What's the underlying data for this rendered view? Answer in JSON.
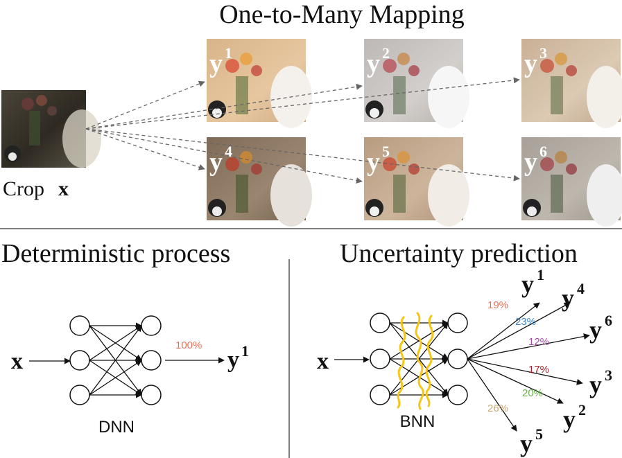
{
  "top": {
    "title": "One-to-Many Mapping",
    "crop_label": "Crop",
    "crop_var": "x",
    "outputs": [
      {
        "base": "y",
        "sup": "1"
      },
      {
        "base": "y",
        "sup": "2"
      },
      {
        "base": "y",
        "sup": "3"
      },
      {
        "base": "y",
        "sup": "4"
      },
      {
        "base": "y",
        "sup": "5"
      },
      {
        "base": "y",
        "sup": "6"
      }
    ]
  },
  "left": {
    "title": "Deterministic process",
    "input": "x",
    "network_label": "DNN",
    "probability": "100%",
    "probability_color": "#e8735a",
    "output": {
      "base": "y",
      "sup": "1"
    }
  },
  "right": {
    "title": "Uncertainty prediction",
    "input": "x",
    "network_label": "BNN",
    "wave_color": "#f5c518",
    "outputs": [
      {
        "base": "y",
        "sup": "1",
        "pct": "19%",
        "color": "#e8735a"
      },
      {
        "base": "y",
        "sup": "4",
        "pct": "23%",
        "color": "#3a86c8"
      },
      {
        "base": "y",
        "sup": "6",
        "pct": "12%",
        "color": "#a64ca6"
      },
      {
        "base": "y",
        "sup": "3",
        "pct": "17%",
        "color": "#a8202a"
      },
      {
        "base": "y",
        "sup": "2",
        "pct": "20%",
        "color": "#6ab04c"
      },
      {
        "base": "y",
        "sup": "5",
        "pct": "26%",
        "color": "#c8a878"
      }
    ]
  }
}
